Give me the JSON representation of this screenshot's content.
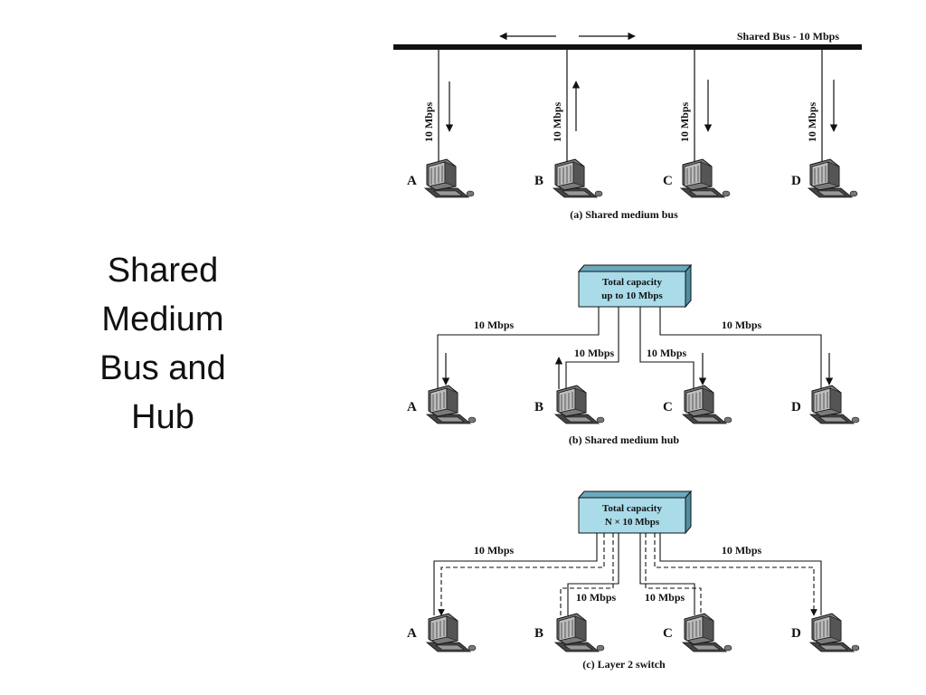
{
  "title_lines": [
    "Shared",
    "Medium",
    "Bus and",
    "Hub"
  ],
  "panel_a": {
    "bus_label": "Shared Bus - 10 Mbps",
    "link_label": "10 Mbps",
    "nodes": [
      "A",
      "B",
      "C",
      "D"
    ],
    "caption": "(a) Shared medium bus"
  },
  "panel_b": {
    "box_line1": "Total capacity",
    "box_line2": "up to 10 Mbps",
    "link_label": "10 Mbps",
    "nodes": [
      "A",
      "B",
      "C",
      "D"
    ],
    "caption": "(b) Shared medium hub"
  },
  "panel_c": {
    "box_line1": "Total capacity",
    "box_line2": "N × 10 Mbps",
    "link_label": "10 Mbps",
    "nodes": [
      "A",
      "B",
      "C",
      "D"
    ],
    "caption": "(c) Layer 2 switch"
  },
  "colors": {
    "box_fill": "#a9dbe9",
    "box_side": "#6aa9bd",
    "line": "#111111"
  }
}
